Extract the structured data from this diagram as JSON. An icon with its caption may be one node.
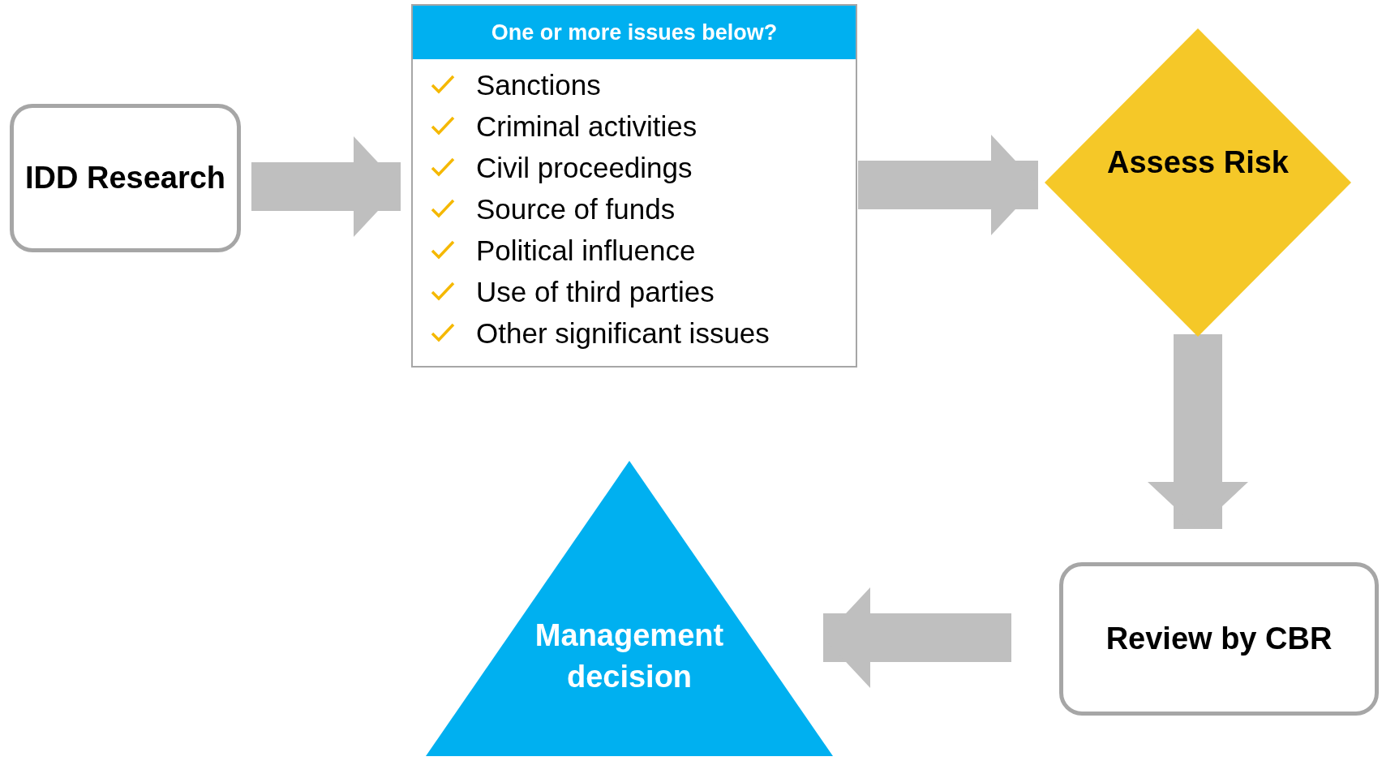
{
  "diagram": {
    "nodes": [
      {
        "text": [
          "IDD Research"
        ]
      },
      {
        "text": [
          "One or more issues below?",
          "Sanctions",
          "Criminal activities",
          "Civil proceedings",
          "Source of funds",
          "Political influence",
          "Use of third parties",
          "Other significant issues"
        ]
      },
      {
        "text": [
          "Assess Risk"
        ]
      },
      {
        "text": [
          "Review by CBR"
        ]
      },
      {
        "text": [
          "Management decision"
        ]
      }
    ],
    "edges": [
      {
        "from": 0,
        "to": 1,
        "arrow": "to"
      },
      {
        "from": 1,
        "to": 2,
        "arrow": "to"
      },
      {
        "from": 2,
        "to": 3,
        "arrow": "to"
      },
      {
        "from": 3,
        "to": 4,
        "arrow": "to"
      }
    ]
  }
}
